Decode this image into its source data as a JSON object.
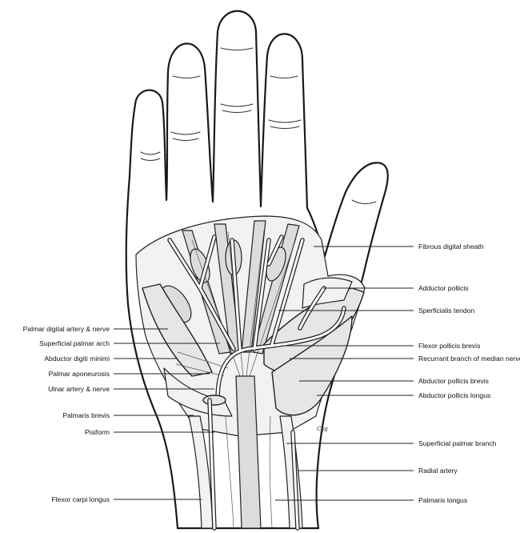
{
  "labels": {
    "left": [
      "Palmar digital artery & nerve",
      "Superficial palmar arch",
      "Abductor digiti minimi",
      "Palmar aponeurosis",
      "Ulnar artery & nerve",
      "Palmaris brevis",
      "Pisiform",
      "Flexor carpi longus"
    ],
    "right": [
      "Fibrous digital sheath",
      "Adductor pollicis",
      "Sperficialis tendon",
      "Flexor pollicis brevis",
      "Recurrant branch of median nerve",
      "Abductor pollicis brevis",
      "Abductor pollicis longus",
      "Superficial palmar branch",
      "Radial artery",
      "Palmaris longus"
    ]
  },
  "illustrator_signature": "Cyg"
}
